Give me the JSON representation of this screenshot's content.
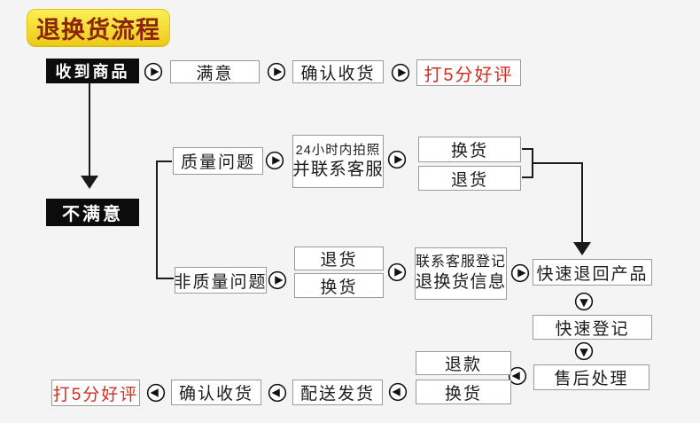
{
  "title": {
    "text": "退换货流程"
  },
  "flow": {
    "received": "收到商品",
    "satisfied": "满意",
    "confirm_receipt_top": "确认收货",
    "five_star_top": "打5分好评",
    "unsatisfied": "不满意",
    "quality_issue": "质量问题",
    "photo_24h": {
      "line1": "24小时内拍照",
      "line2": "并联系客服"
    },
    "quality_exchange": "换货",
    "quality_return": "退货",
    "non_quality_issue": "非质量问题",
    "nonquality_return": "退货",
    "nonquality_exchange": "换货",
    "contact_register": {
      "line1": "联系客服登记",
      "line2": "退换货信息"
    },
    "fast_return_product": "快速退回产品",
    "fast_register": "快速登记",
    "after_sales": "售后处理",
    "refund": "退款",
    "bottom_exchange": "换货",
    "delivery": "配送发货",
    "confirm_receipt_bottom": "确认收货",
    "five_star_bottom": "打5分好评"
  },
  "icons": {
    "arrow_right": "play-arrow-in-circle-right",
    "arrow_left": "play-arrow-in-circle-left",
    "arrow_down": "play-arrow-in-circle-down"
  },
  "colors": {
    "background": "#f4f4f4",
    "badge_yellow_top": "#fdef55",
    "badge_yellow_bottom": "#ecca1b",
    "title_text": "#8b2408",
    "highlight_red": "#d22d1e",
    "node_black": "#0c0c0c",
    "node_border": "#9a9a9a",
    "line_black": "#1a1a1a"
  }
}
